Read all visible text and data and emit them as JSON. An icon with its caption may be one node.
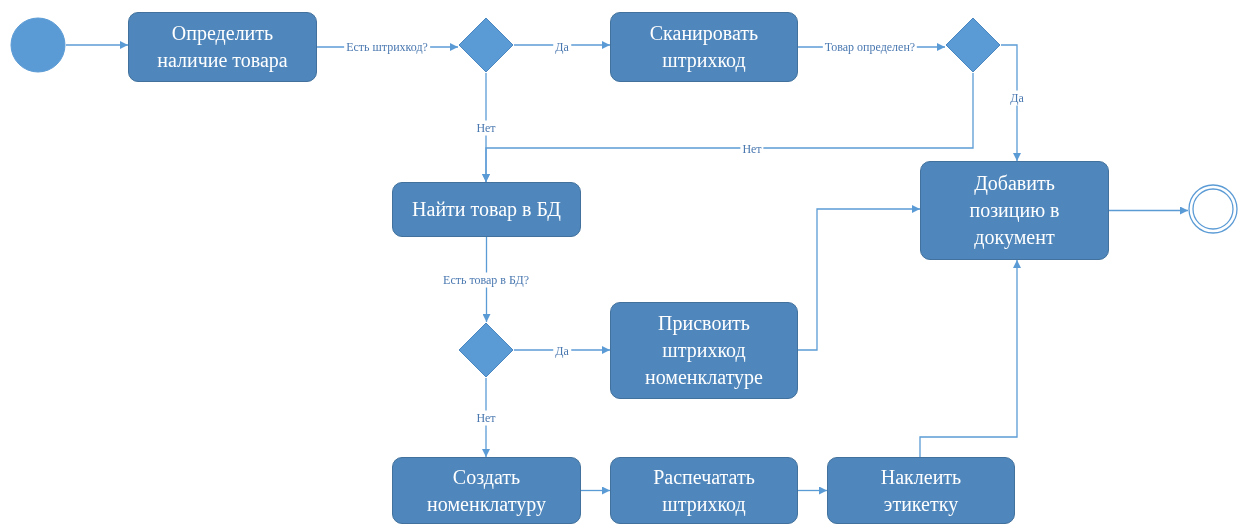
{
  "diagram": {
    "nodes": [
      {
        "text": [],
        "shape": "circle"
      },
      {
        "text": [
          "Определить наличие товара"
        ]
      },
      {
        "text": [],
        "shape": "diamond"
      },
      {
        "text": [
          "Сканировать штрихкод"
        ]
      },
      {
        "text": [],
        "shape": "diamond"
      },
      {
        "text": [
          "Найти товар в БД"
        ]
      },
      {
        "text": [],
        "shape": "diamond"
      },
      {
        "text": [
          "Присвоить штрихкод номенклатуре"
        ]
      },
      {
        "text": [
          "Добавить позицию в документ"
        ]
      },
      {
        "text": [],
        "shape": "circle"
      },
      {
        "text": [
          "Создать номенклатуру"
        ]
      },
      {
        "text": [
          "Распечатать штрихкод"
        ]
      },
      {
        "text": [
          "Наклеить этикетку"
        ]
      }
    ],
    "edges": [
      {
        "from": 0,
        "to": 1,
        "arrow": "to"
      },
      {
        "from": 1,
        "to": 2,
        "arrow": "to",
        "label": "Есть штрихкод?"
      },
      {
        "from": 2,
        "to": 3,
        "arrow": "to",
        "label": "Да"
      },
      {
        "from": 3,
        "to": 4,
        "arrow": "to",
        "label": "Товар определен?"
      },
      {
        "from": 4,
        "to": 8,
        "arrow": "to",
        "label": "Да"
      },
      {
        "from": 2,
        "to": 5,
        "arrow": "to",
        "label": "Нет"
      },
      {
        "from": 4,
        "to": 5,
        "arrow": "to",
        "label": "Нет"
      },
      {
        "from": 5,
        "to": 6,
        "arrow": "to",
        "label": "Есть товар в БД?"
      },
      {
        "from": 6,
        "to": 7,
        "arrow": "to",
        "label": "Да"
      },
      {
        "from": 6,
        "to": 10,
        "arrow": "to",
        "label": "Нет"
      },
      {
        "from": 10,
        "to": 11,
        "arrow": "to"
      },
      {
        "from": 11,
        "to": 12,
        "arrow": "to"
      },
      {
        "from": 12,
        "to": 8,
        "arrow": "to"
      },
      {
        "from": 7,
        "to": 8,
        "arrow": "to"
      },
      {
        "from": 8,
        "to": 9,
        "arrow": "to"
      }
    ]
  }
}
